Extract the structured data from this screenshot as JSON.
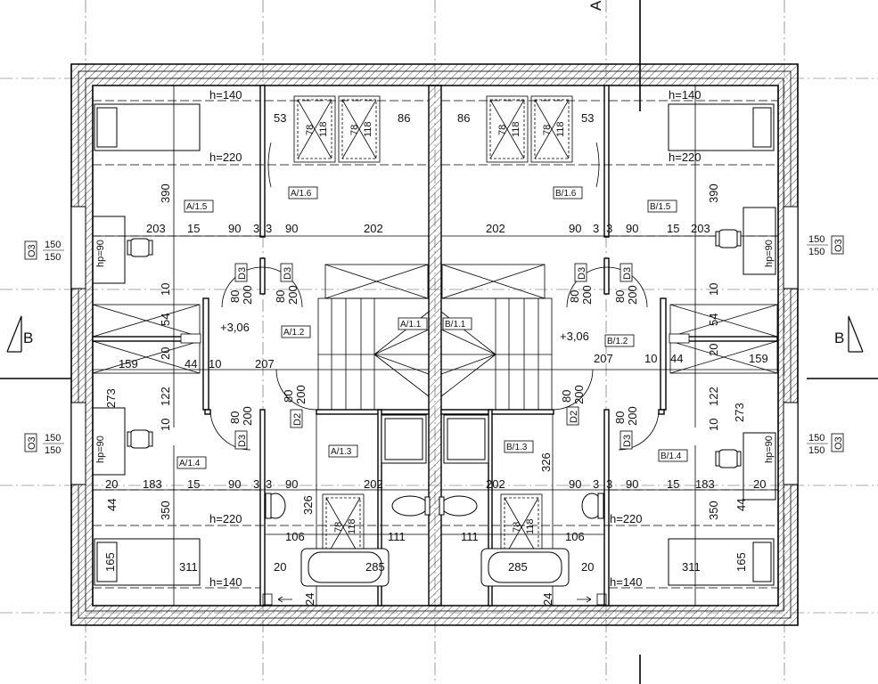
{
  "section_marks": {
    "top": "A",
    "left": "B",
    "right": "B"
  },
  "rooms": {
    "a15": "A/1.5",
    "a16": "A/1.6",
    "a12": "A/1.2",
    "a11": "A/1.1",
    "a13": "A/1.3",
    "a14": "A/1.4",
    "b15": "B/1.5",
    "b16": "B/1.6",
    "b12": "B/1.2",
    "b11": "B/1.1",
    "b13": "B/1.3",
    "b14": "B/1.4"
  },
  "heights": {
    "h140": "h=140",
    "h220": "h=220",
    "hp90": "hp=90"
  },
  "level": "+3,06",
  "doors": {
    "d2": "D2",
    "d3": "D3",
    "o3": "O3"
  },
  "windows": {
    "w150": "150",
    "skylight_w": "78",
    "skylight_h": "118"
  },
  "dims": {
    "d53": "53",
    "d86": "86",
    "d390": "390",
    "d203": "203",
    "d15": "15",
    "d90": "90",
    "d3": "3",
    "d202": "202",
    "d10": "10",
    "d80": "80",
    "d200": "200",
    "d54": "54",
    "d20": "20",
    "d159": "159",
    "d44": "44",
    "d207": "207",
    "d273": "273",
    "d122": "122",
    "d183": "183",
    "d326": "326",
    "d350": "350",
    "d106": "106",
    "d111": "111",
    "d165": "165",
    "d311": "311",
    "d285": "285",
    "d24": "24"
  }
}
